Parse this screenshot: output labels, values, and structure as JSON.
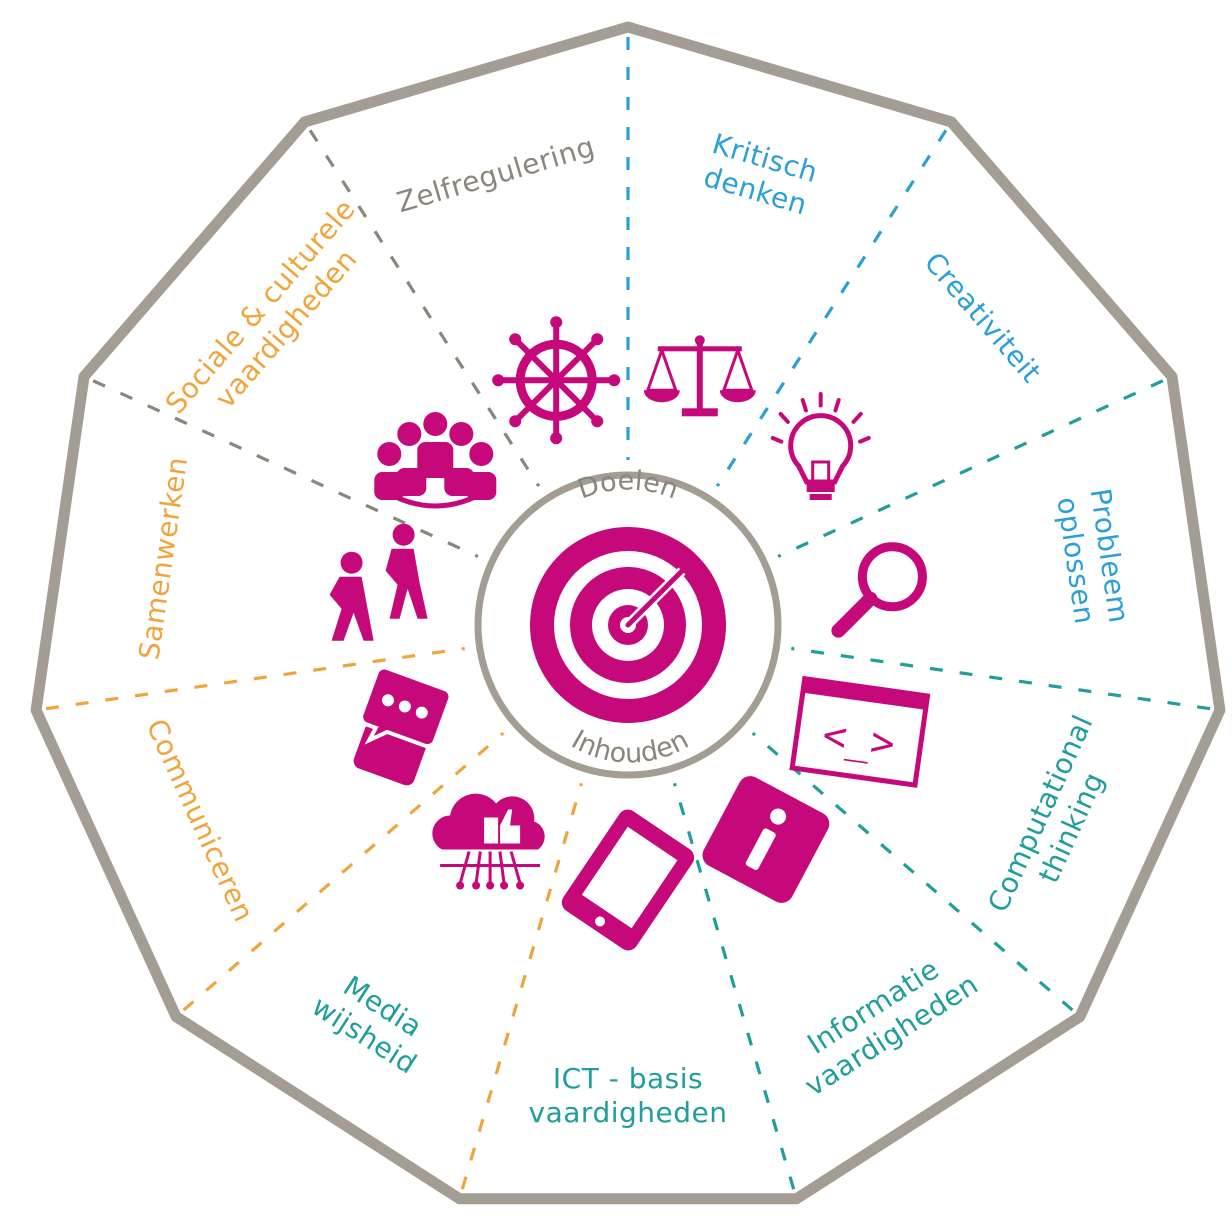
{
  "colors": {
    "frame": "#a39d93",
    "magenta": "#c5087a",
    "blue": "#2ba0d8",
    "teal": "#1f9e9a",
    "orange": "#f0a43a",
    "gray": "#8c857c"
  },
  "center": {
    "top_label": "Doelen",
    "bottom_label": "Inhouden",
    "icon": "target-icon"
  },
  "segments": [
    {
      "id": "kritisch-denken",
      "lines": [
        "Kritisch",
        "denken"
      ],
      "color_key": "blue",
      "icon": "scales-icon"
    },
    {
      "id": "creativiteit",
      "lines": [
        "Creativiteit"
      ],
      "color_key": "blue",
      "icon": "lightbulb-icon"
    },
    {
      "id": "probleem-oplossen",
      "lines": [
        "Probleem",
        "oplossen"
      ],
      "color_key": "blue",
      "icon": "magnifier-icon"
    },
    {
      "id": "computational-thinking",
      "lines": [
        "Computational",
        "thinking"
      ],
      "color_key": "teal",
      "icon": "code-window-icon"
    },
    {
      "id": "informatie-vaardigheden",
      "lines": [
        "Informatie",
        "vaardigheden"
      ],
      "color_key": "teal",
      "icon": "info-icon"
    },
    {
      "id": "ict-basis-vaardigheden",
      "lines": [
        "ICT - basis",
        "vaardigheden"
      ],
      "color_key": "teal",
      "icon": "tablet-icon"
    },
    {
      "id": "media-wijsheid",
      "lines": [
        "Media",
        "wijsheid"
      ],
      "color_key": "teal",
      "icon": "cloud-network-icon"
    },
    {
      "id": "communiceren",
      "lines": [
        "Communiceren"
      ],
      "color_key": "orange",
      "icon": "chat-bubbles-icon"
    },
    {
      "id": "samenwerken",
      "lines": [
        "Samenwerken"
      ],
      "color_key": "orange",
      "icon": "people-walking-icon"
    },
    {
      "id": "sociale-culturele-vaardigheden",
      "lines": [
        "Sociale & culturele",
        "vaardigheden"
      ],
      "color_key": "orange",
      "icon": "group-icon"
    },
    {
      "id": "zelfregulering",
      "lines": [
        "Zelfregulering"
      ],
      "color_key": "gray",
      "icon": "ships-wheel-icon"
    }
  ]
}
